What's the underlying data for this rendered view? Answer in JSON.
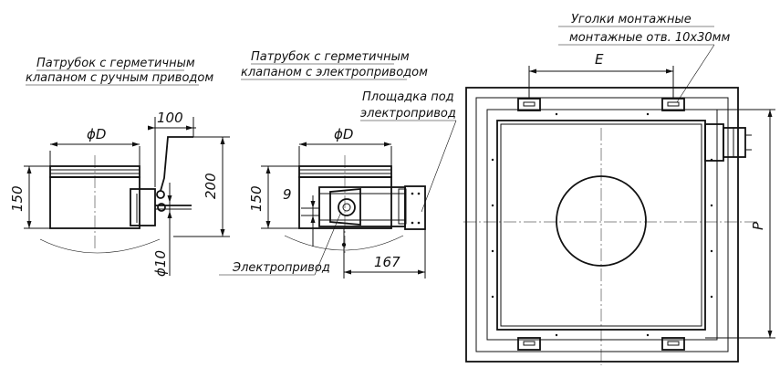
{
  "labels": {
    "view1_title_line1": "Патрубок с герметичным",
    "view1_title_line2": "клапаном с ручным приводом",
    "view2_title_line1": "Патрубок с герметичным",
    "view2_title_line2": "клапаном с электроприводом",
    "platform_line1": "Площадка под",
    "platform_line2": "электропривод",
    "actuator": "Электропривод",
    "corners_line1": "Уголки монтажные",
    "corners_line2": "монтажные отв. 10х30мм"
  },
  "dimensions": {
    "v1_diameter": "ϕD",
    "v1_height": "150",
    "v1_offset": "100",
    "v1_total_height": "200",
    "v1_rod": "ϕ10",
    "v2_diameter": "ϕD",
    "v2_height": "150",
    "v2_gap": "9",
    "v2_width": "167",
    "plan_e": "E",
    "plan_p": "P"
  }
}
